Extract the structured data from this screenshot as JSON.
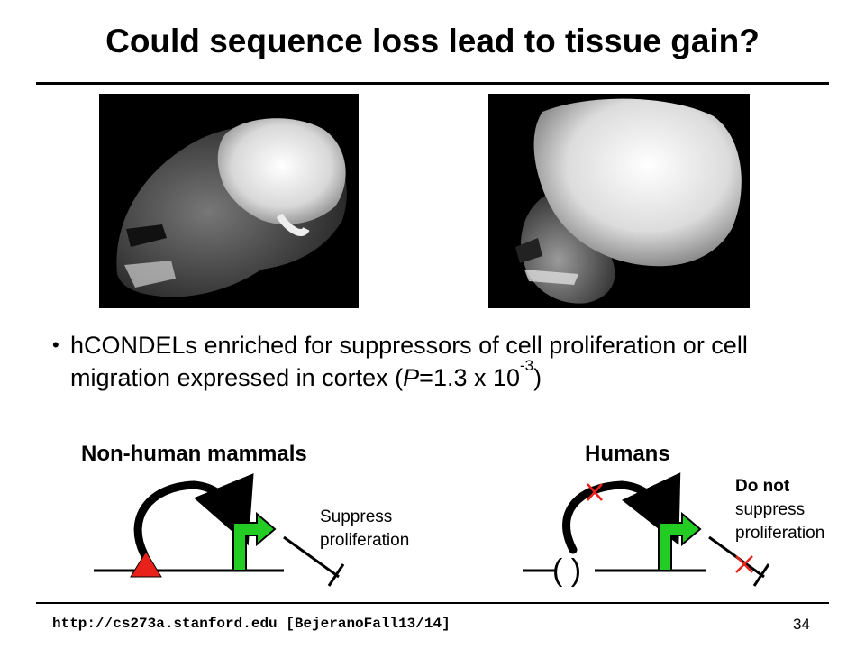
{
  "title": "Could sequence loss lead to tissue gain?",
  "images": [
    {
      "label": "chimpanzee-skull-with-brain"
    },
    {
      "label": "human-skull-with-brain"
    }
  ],
  "bullet": {
    "prefix": "hCONDELs enriched for suppressors of cell proliferation or cell migration expressed in cortex (",
    "p_label": "P",
    "p_value": "=1.3 x 10",
    "exponent": "-3",
    "suffix": ")"
  },
  "diagram": {
    "left_heading": "Non-human mammals",
    "right_heading": "Humans",
    "left_note_line1": "Suppress",
    "left_note_line2": "proliferation",
    "right_note_line1": "Do not",
    "right_note_line2": "suppress",
    "right_note_line3": "proliferation",
    "deletion_symbol": "( )",
    "colors": {
      "promoter_arrow": "#22cc22",
      "enhancer": "#e8221b",
      "inhibit_mark": "#e8221b"
    }
  },
  "footer": {
    "url": "http://cs273a.stanford.edu [BejeranoFall13/14]",
    "page": "34"
  }
}
